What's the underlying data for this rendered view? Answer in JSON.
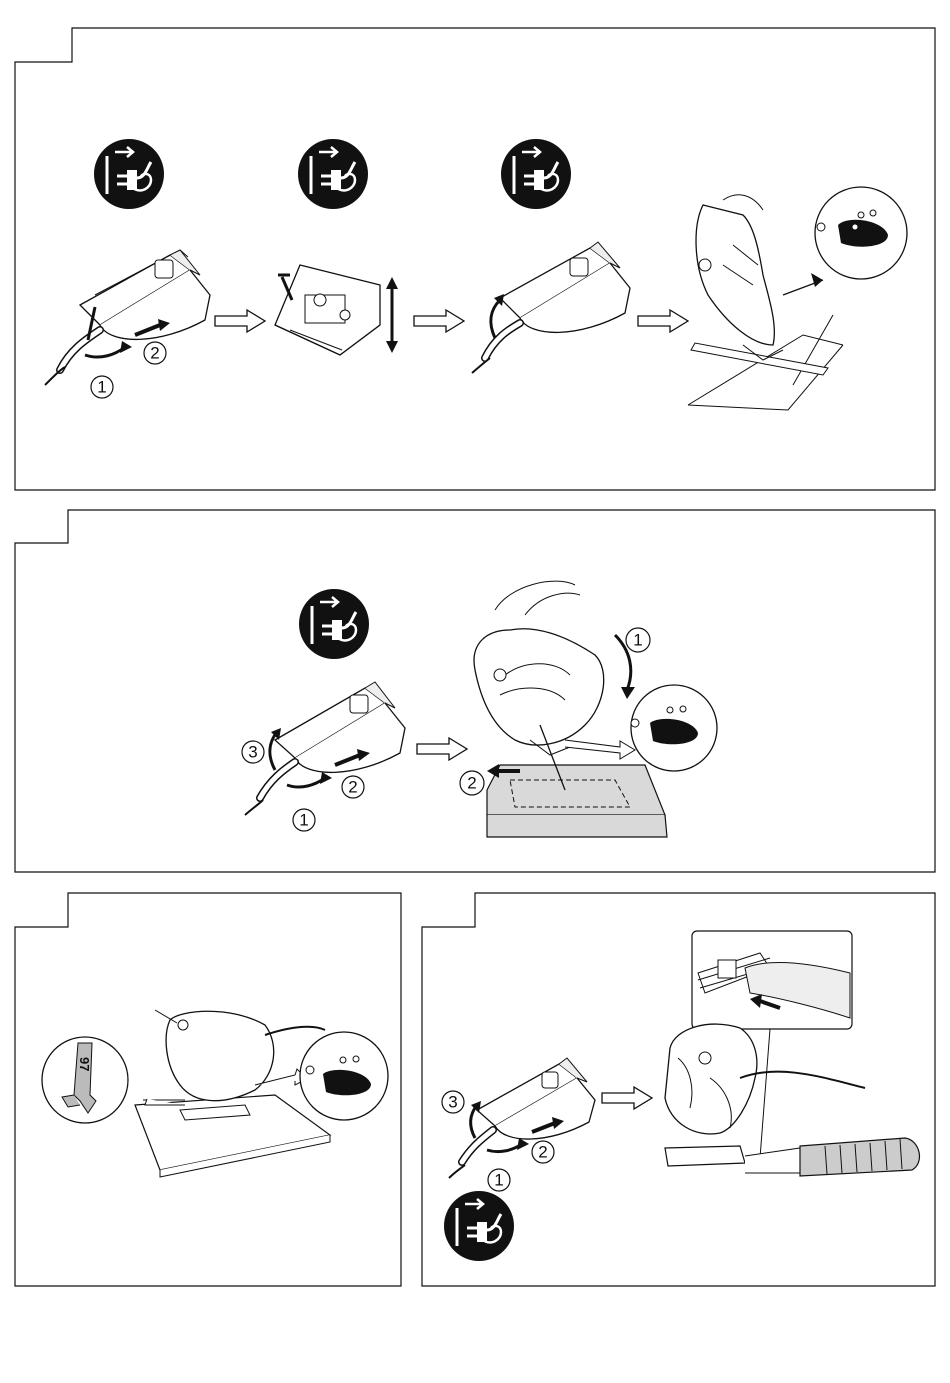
{
  "steps": {
    "circle_1": "1",
    "circle_2": "2",
    "circle_3": "3"
  },
  "blade_marking": "97",
  "icons": {
    "unplug": "unplug-before-service-icon",
    "arrow": "arrow-right-icon"
  },
  "colors": {
    "ink": "#111111",
    "paper": "#ffffff",
    "board": "#d9d9d9"
  }
}
